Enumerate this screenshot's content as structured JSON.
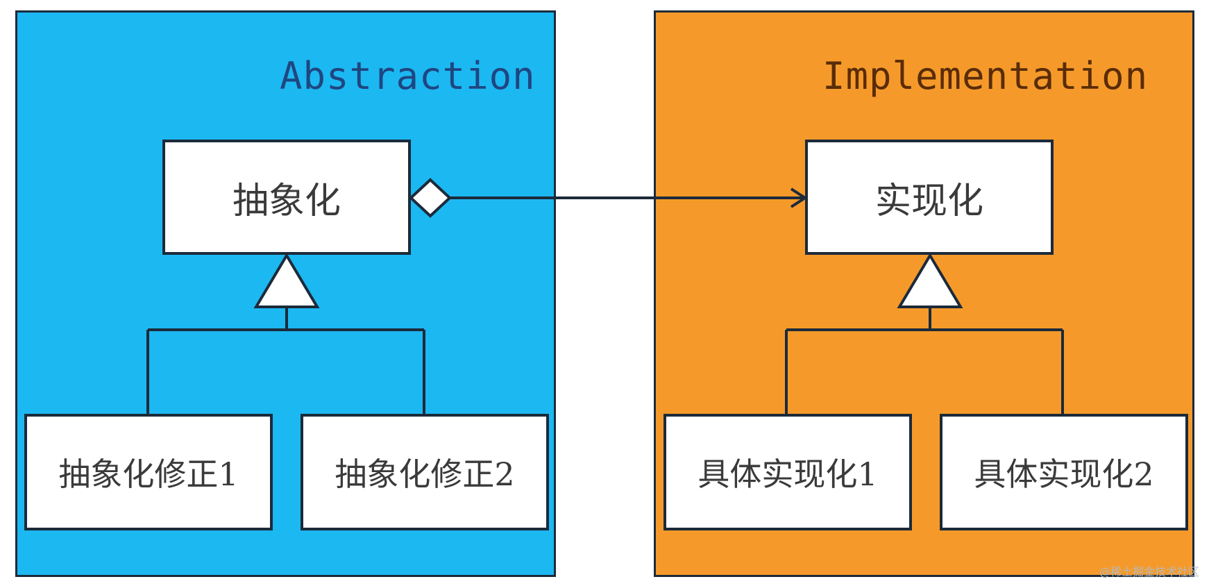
{
  "abstraction": {
    "title": "Abstraction",
    "main_box": "抽象化",
    "sub_boxes": [
      "抽象化修正1",
      "抽象化修正2"
    ]
  },
  "implementation": {
    "title": "Implementation",
    "main_box": "实现化",
    "sub_boxes": [
      "具体实现化1",
      "具体实现化2"
    ]
  },
  "watermark": "@稀土掘金技术社区",
  "colors": {
    "abstraction_bg": "#1cb8f2",
    "implementation_bg": "#f59a2a",
    "border": "#1c2a3a",
    "box_bg": "#ffffff"
  }
}
